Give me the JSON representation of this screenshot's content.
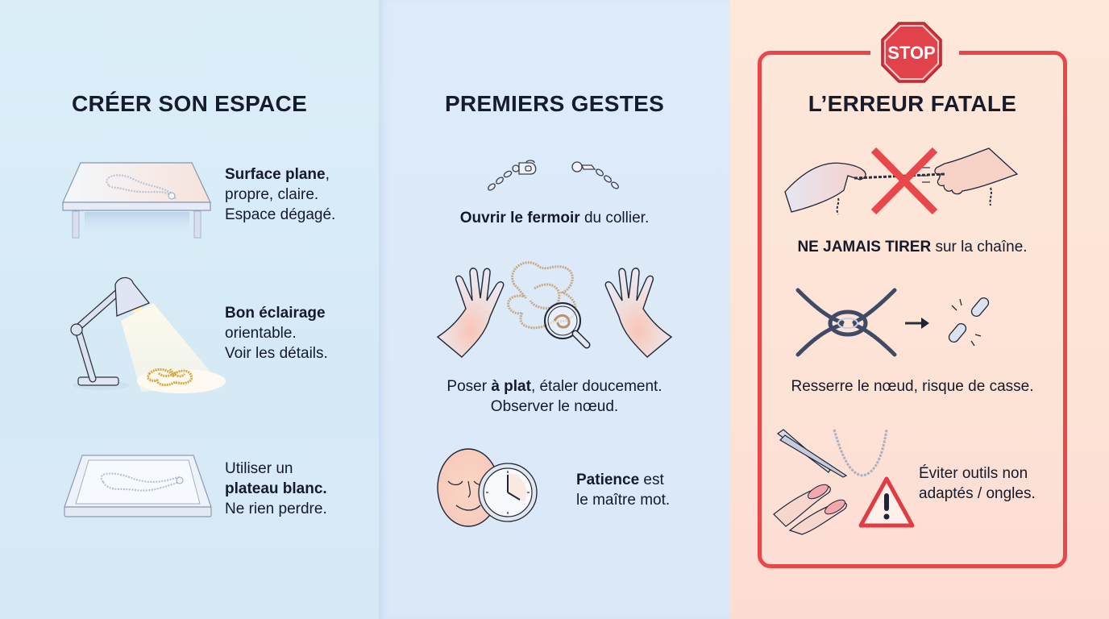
{
  "colors": {
    "left_bg": "#d8ecf7",
    "middle_bg": "#dbe9f8",
    "right_bg": "#fde3d6",
    "danger_red": "#e8474b",
    "text_dark": "#151a2a"
  },
  "sections": [
    {
      "title": "CRÉER SON ESPACE",
      "items": [
        {
          "icon": "table-icon",
          "bold": "Surface plane",
          "rest_line1": ",",
          "line2": "propre, claire.",
          "line3": "Espace dégagé."
        },
        {
          "icon": "desk-lamp-icon",
          "bold": "Bon éclairage",
          "line2": "orientable.",
          "line3": "Voir les détails."
        },
        {
          "icon": "tray-icon",
          "line1": "Utiliser un",
          "bold": "plateau blanc.",
          "line3": "Ne rien perdre."
        }
      ]
    },
    {
      "title": "PREMIERS GESTES",
      "items": [
        {
          "icon": "clasp-icon",
          "bold": "Ouvrir le fermoir",
          "rest": " du collier."
        },
        {
          "icon": "hands-magnifier-icon",
          "pre": "Poser ",
          "bold": "à plat",
          "rest": ", étaler doucement.",
          "line2": "Observer le nœud."
        },
        {
          "icon": "calm-face-clock-icon",
          "bold": "Patience",
          "rest": " est",
          "line2": "le maître mot."
        }
      ]
    },
    {
      "title": "L’ERREUR FATALE",
      "badge": "STOP",
      "items": [
        {
          "icon": "pulling-chain-crossed-icon",
          "bold": "NE JAMAIS TIRER",
          "rest": " sur la chaîne."
        },
        {
          "icon": "knot-to-broken-chain-icon",
          "text": "Resserre le nœud, risque de casse."
        },
        {
          "icon": "tweezers-nails-warning-icon",
          "line1": "Éviter outils non",
          "line2": "adaptés / ongles."
        }
      ]
    }
  ]
}
